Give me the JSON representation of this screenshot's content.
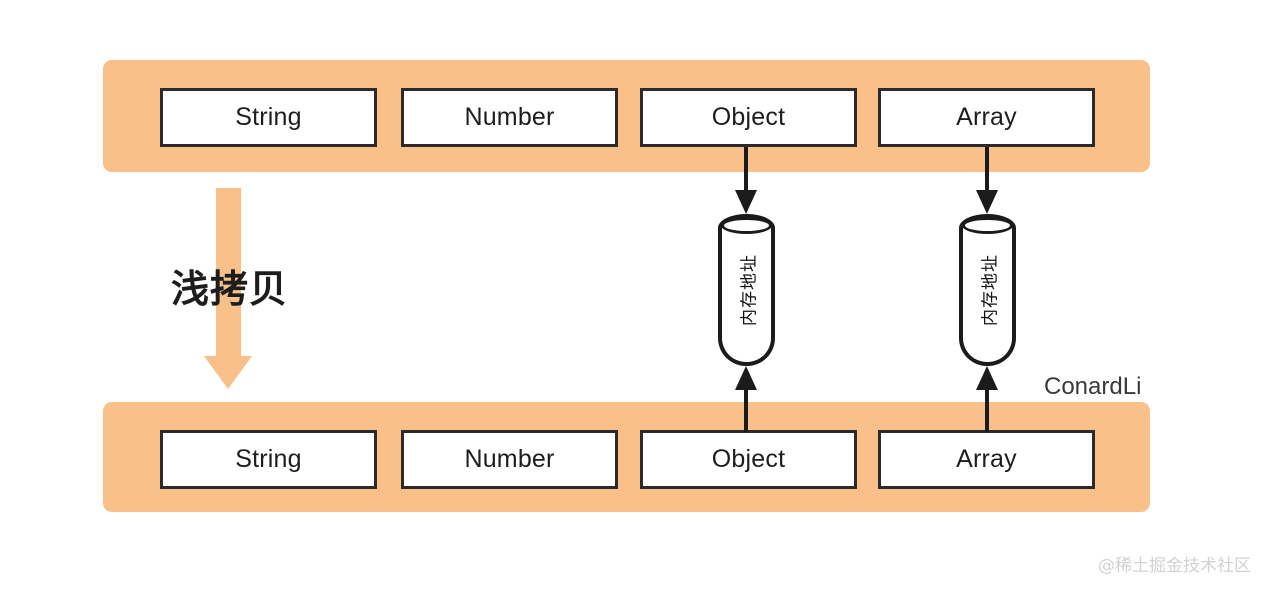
{
  "diagram": {
    "title_label": "浅拷贝",
    "theme": {
      "bar_color": "#f9c189",
      "box_border_color": "#2f2a2a",
      "box_fill_color": "#ffffff",
      "arrow_color": "#1b1b1b",
      "copy_arrow_color": "#f9c189",
      "background": "#ffffff"
    },
    "source_row": {
      "name": "source-object",
      "boxes": [
        {
          "label": "String",
          "reference": false
        },
        {
          "label": "Number",
          "reference": false
        },
        {
          "label": "Object",
          "reference": true
        },
        {
          "label": "Array",
          "reference": true
        }
      ]
    },
    "copy_row": {
      "name": "copied-object",
      "boxes": [
        {
          "label": "String",
          "reference": false
        },
        {
          "label": "Number",
          "reference": false
        },
        {
          "label": "Object",
          "reference": true
        },
        {
          "label": "Array",
          "reference": true
        }
      ]
    },
    "memory_cells": [
      {
        "label": "内存地址",
        "linked_type": "Object"
      },
      {
        "label": "内存地址",
        "linked_type": "Array"
      }
    ],
    "watermarks": {
      "author": "ConardLi",
      "site": "@稀土掘金技术社区"
    }
  }
}
